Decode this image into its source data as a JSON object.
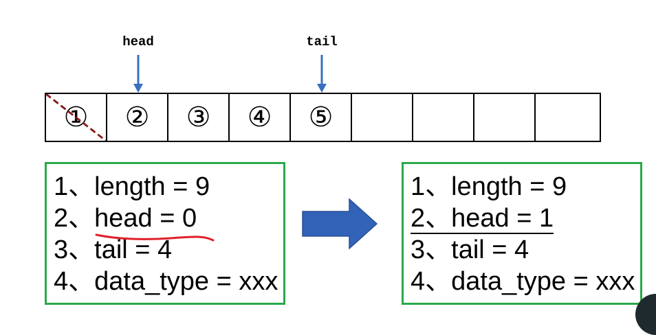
{
  "pointers": {
    "head_label": "head",
    "tail_label": "tail"
  },
  "queue": {
    "cells": [
      "①",
      "②",
      "③",
      "④",
      "⑤",
      "",
      "",
      "",
      ""
    ],
    "struck_cell_index": 0
  },
  "before": {
    "lines": [
      {
        "num": "1、",
        "text": "length = 9"
      },
      {
        "num": "2、",
        "text": "head = 0"
      },
      {
        "num": "3、",
        "text": "tail = 4"
      },
      {
        "num": "4、",
        "text": "data_type = xxx"
      }
    ]
  },
  "after": {
    "lines": [
      {
        "num": "1、",
        "text": "length = 9"
      },
      {
        "num": "2、",
        "text": "head = 1"
      },
      {
        "num": "3、",
        "text": "tail = 4"
      },
      {
        "num": "4、",
        "text": "data_type = xxx"
      }
    ]
  },
  "colors": {
    "box_border": "#2aa84a",
    "pointer_arrow": "#3a6fbf",
    "transition_arrow": "#3263b8",
    "strike_line": "#8b1a1a",
    "highlight_underline": "#e0202a"
  }
}
